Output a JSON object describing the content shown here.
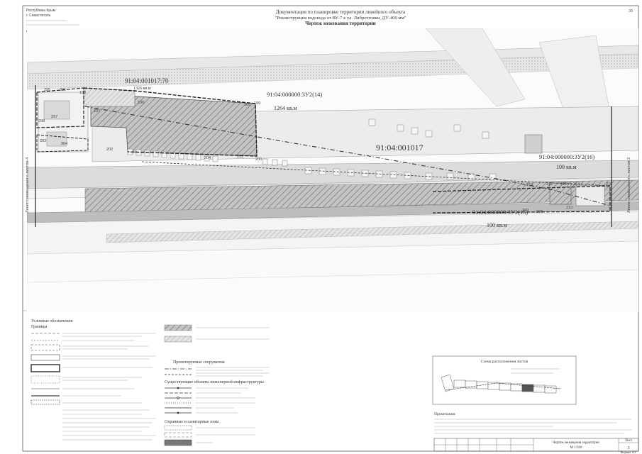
{
  "header": {
    "title_line1": "Документация по планировке территории линейного объекта",
    "title_line2": "\"Реконструкция водовода от ВУ-7 к ул. Либрехтовки, ДУ-400 мм\"",
    "subtitle": "Чертеж межевания территории",
    "page_number": "35"
  },
  "corner_note": {
    "line1": "Республика Крым",
    "line2": "г. Севастополь"
  },
  "parcels": {
    "p1": "91:04:001017:70",
    "p1_area": "1326 кв.м",
    "p2": "91:04:000000:3У2(14)",
    "p2_area": "1264 кв.м",
    "p3": "91:04:001017",
    "p4": "91:04:000000:3У2(16)",
    "p4_area": "100 кв.м",
    "p5": "91:04:000000:3У2(15)",
    "p5_area": "100 кв.м"
  },
  "points": [
    "295",
    "301",
    "198",
    "197",
    "108",
    "199",
    "190",
    "297",
    "298",
    "303",
    "304",
    "202",
    "203",
    "210",
    "211",
    "212",
    "213",
    "214",
    "215",
    "209",
    "208",
    "204",
    "200"
  ],
  "side_labels": {
    "left": "Линия совмещения с листом 4",
    "right": "Линия совмещения с листом 2"
  },
  "legend": {
    "title": "Условные обозначения",
    "boundaries": "Границы",
    "planned": "Проектируемые сооружения",
    "existing": "Существующие объекты инженерной инфраструктуры",
    "zones": "Охранные и санитарные зоны"
  },
  "key_plan": {
    "title": "Схема расположения листов"
  },
  "notes": {
    "title": "Примечания:"
  },
  "stamp": {
    "sheet_label": "Лист",
    "sheet_no": "3",
    "title": "Чертеж межевания территории",
    "scale": "М 1:500",
    "format": "Формат А3"
  },
  "colors": {
    "line": "#555555",
    "hatch": "#8a8a8a",
    "dark_fill": "#9a9a9a",
    "light_fill": "#d9d9d9",
    "road": "#bdbdbd"
  }
}
